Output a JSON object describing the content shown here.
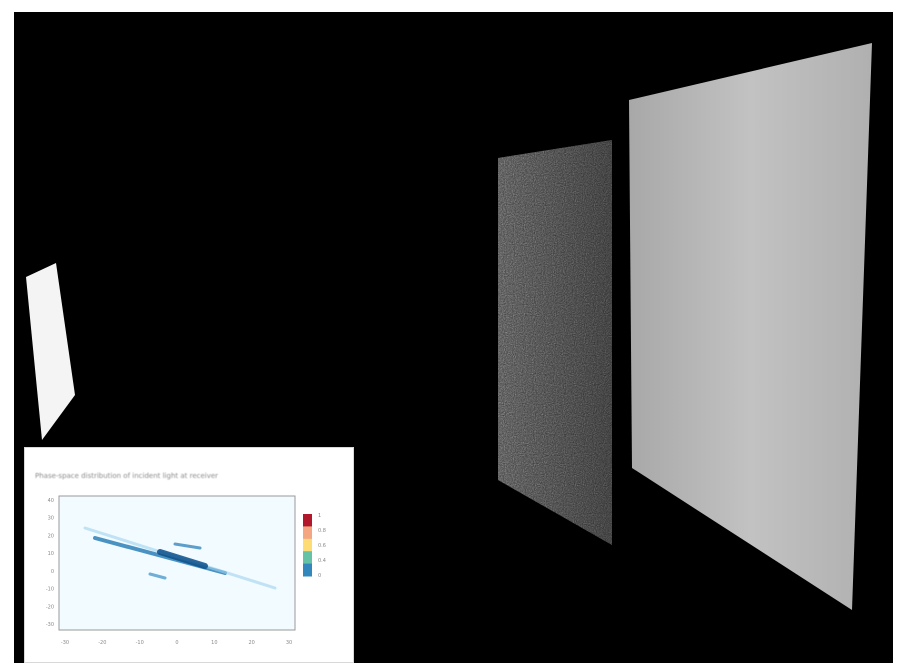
{
  "scene": {
    "background_color": "#000000",
    "frame_color": "#ffffff",
    "objects": [
      {
        "name": "light-source-panel",
        "color": "#f4f4f4",
        "description_type": "bright slanted plate"
      },
      {
        "name": "diffuser-panel",
        "color": "#5a5a5a",
        "texture": "speckled noise"
      },
      {
        "name": "receiver-screen",
        "color": "#b9b9b9",
        "texture": "smooth gradient"
      }
    ]
  },
  "inset_plot": {
    "title": "Phase-space distribution of incident light at receiver",
    "colorbar_ticks": [
      "1",
      "0.8",
      "0.6",
      "0.4",
      "0"
    ],
    "colormap": [
      "#b2182b",
      "#f4a582",
      "#fddc75",
      "#66c2a5",
      "#3288bd"
    ],
    "y_tick_labels": [
      "40",
      "30",
      "20",
      "10",
      "0",
      "-10",
      "-20",
      "-30"
    ],
    "x_tick_labels": [
      "-30",
      "-20",
      "-10",
      "0",
      "10",
      "20",
      "30"
    ],
    "plot_color": "#1f78b4"
  }
}
